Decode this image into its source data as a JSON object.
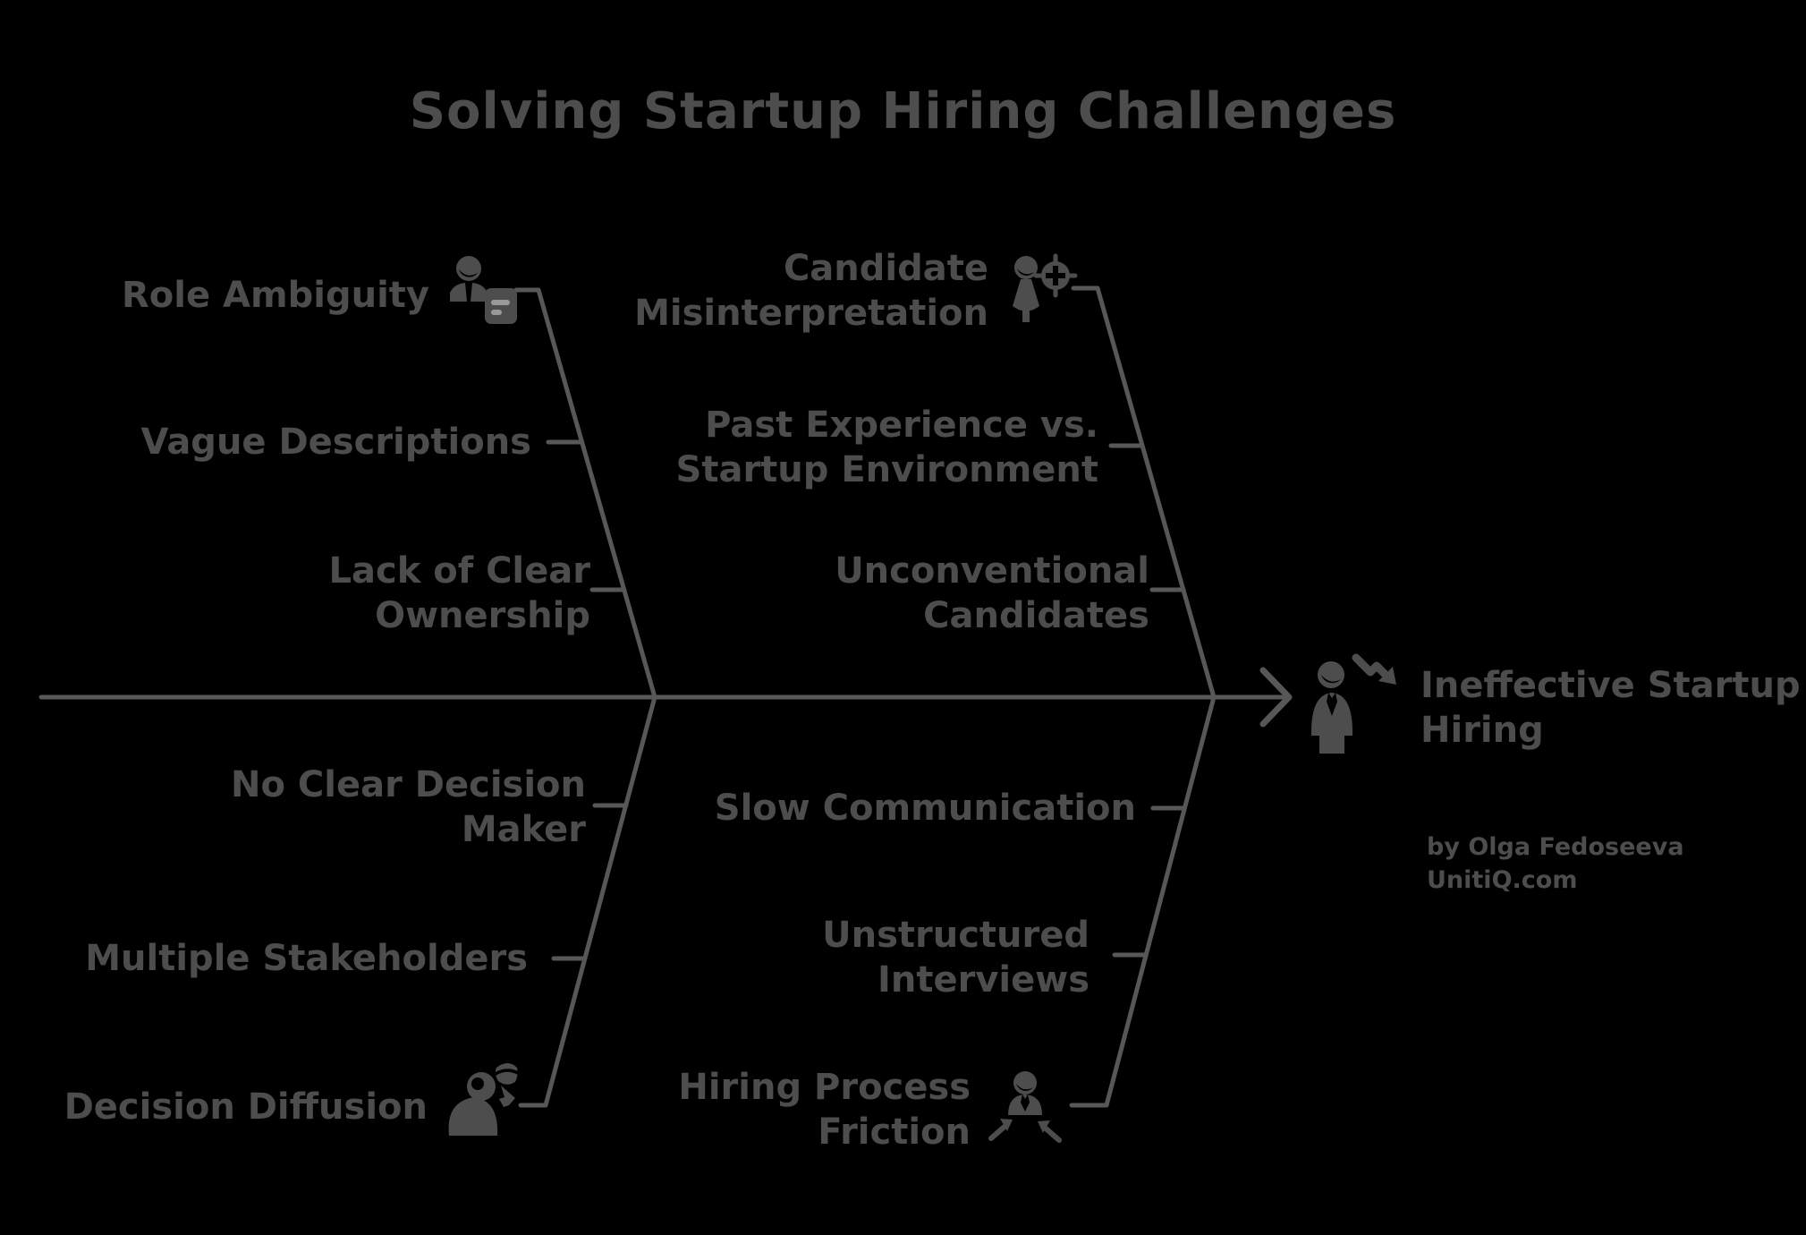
{
  "title": "Solving Startup Hiring Challenges",
  "colors": {
    "bg": "#000000",
    "text": "#4d4d4d",
    "line": "#575757",
    "icon": "#4d4d4d",
    "icon-detail": "#9a9a9a"
  },
  "effect": {
    "label": "Ineffective Startup\nHiring",
    "icon": "person-decline-arrow-icon"
  },
  "attribution": {
    "text": "by Olga Fedoseeva\nUnitiQ.com"
  },
  "branches": [
    {
      "id": "role-ambiguity",
      "position": "top-left",
      "label": "Role Ambiguity",
      "icon": "person-with-document-icon",
      "causes": [
        "Vague Descriptions",
        "Lack of Clear\nOwnership"
      ]
    },
    {
      "id": "candidate-misinterpretation",
      "position": "top-right",
      "label": "Candidate\nMisinterpretation",
      "icon": "person-with-target-icon",
      "causes": [
        "Past Experience vs.\nStartup Environment",
        "Unconventional\nCandidates"
      ]
    },
    {
      "id": "decision-diffusion",
      "position": "bottom-left",
      "label": "Decision Diffusion",
      "icon": "person-with-pointer-icon",
      "causes": [
        "No Clear Decision\nMaker",
        "Multiple Stakeholders"
      ]
    },
    {
      "id": "hiring-process-friction",
      "position": "bottom-right",
      "label": "Hiring Process\nFriction",
      "icon": "person-with-arrows-icon",
      "causes": [
        "Slow Communication",
        "Unstructured\nInterviews"
      ]
    }
  ]
}
